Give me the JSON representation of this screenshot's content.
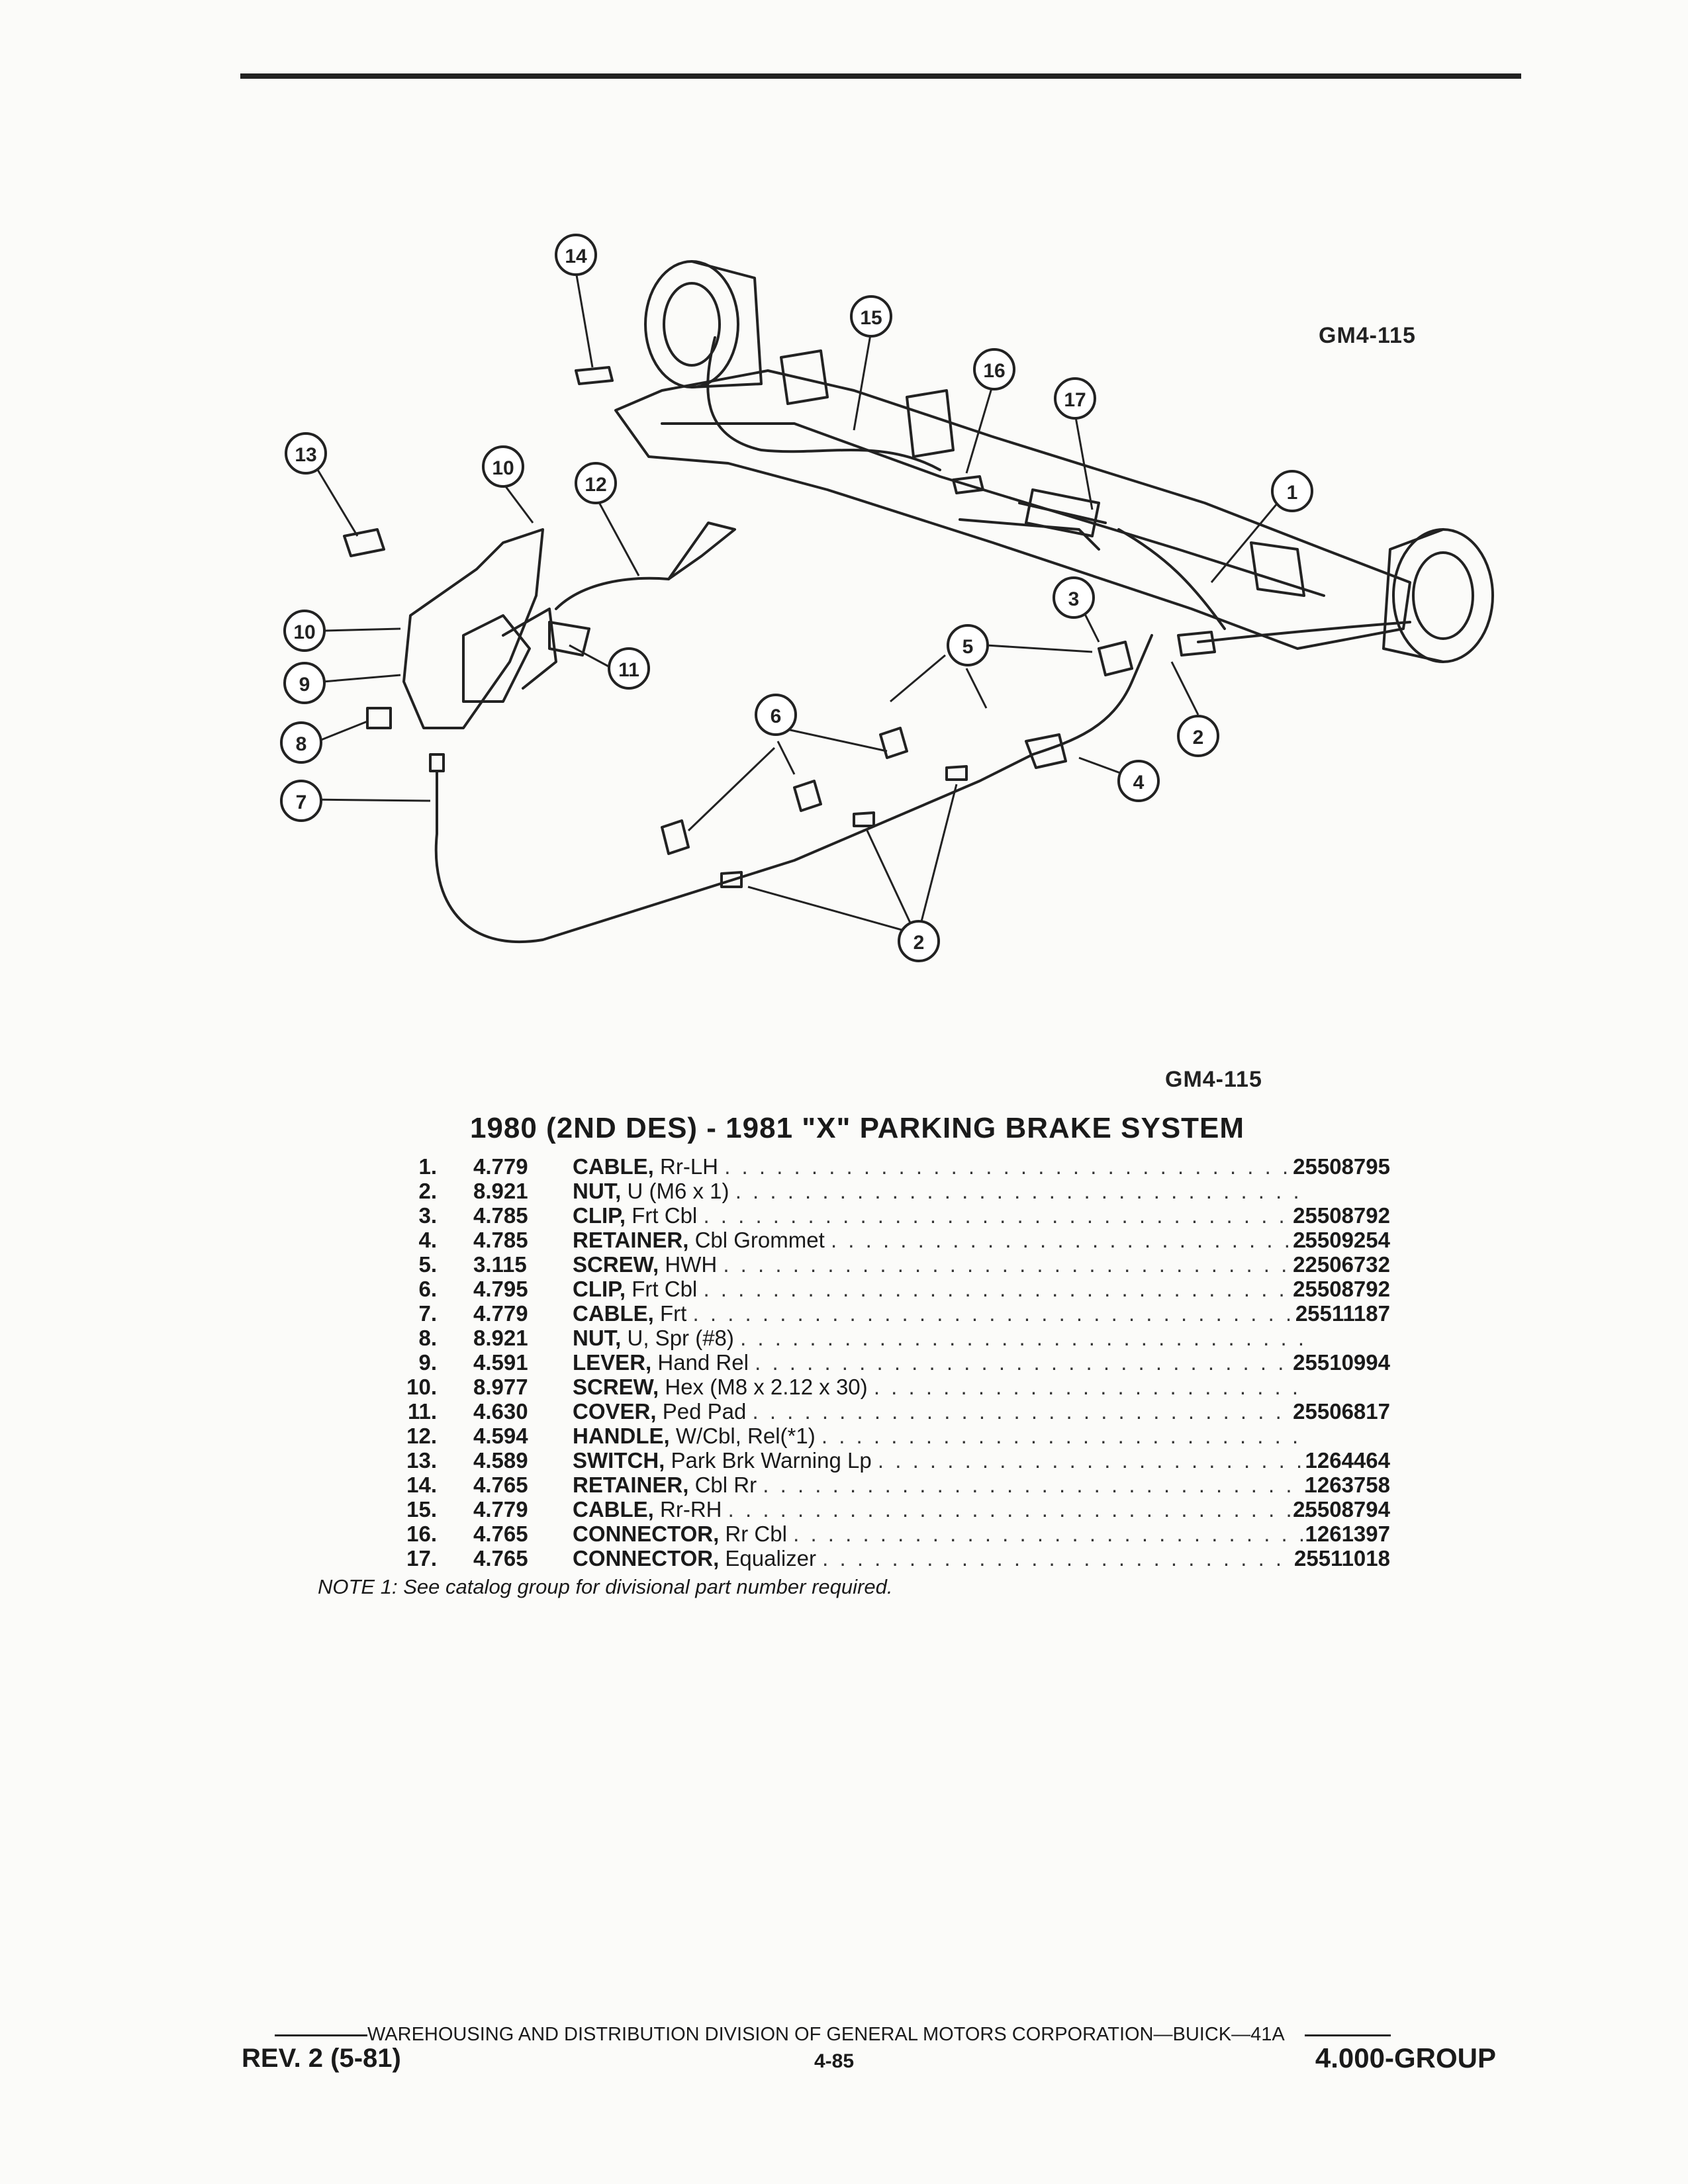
{
  "figure": {
    "code_top": "GM4-115",
    "code_bottom": "GM4-115",
    "callouts": [
      "1",
      "2",
      "2",
      "3",
      "4",
      "5",
      "6",
      "7",
      "8",
      "9",
      "10",
      "10",
      "11",
      "12",
      "13",
      "14",
      "15",
      "16",
      "17"
    ]
  },
  "title": "1980 (2ND DES) - 1981 \"X\" PARKING BRAKE SYSTEM",
  "parts": [
    {
      "n": "1.",
      "code": "4.779",
      "name": "CABLE,",
      "detail": "Rr-LH",
      "pn": "25508795"
    },
    {
      "n": "2.",
      "code": "8.921",
      "name": "NUT,",
      "detail": "U (M6 x 1)",
      "pn": ""
    },
    {
      "n": "3.",
      "code": "4.785",
      "name": "CLIP,",
      "detail": "Frt Cbl",
      "pn": "25508792"
    },
    {
      "n": "4.",
      "code": "4.785",
      "name": "RETAINER,",
      "detail": "Cbl Grommet",
      "pn": "25509254"
    },
    {
      "n": "5.",
      "code": "3.115",
      "name": "SCREW,",
      "detail": "HWH",
      "pn": "22506732"
    },
    {
      "n": "6.",
      "code": "4.795",
      "name": "CLIP,",
      "detail": "Frt Cbl",
      "pn": "25508792"
    },
    {
      "n": "7.",
      "code": "4.779",
      "name": "CABLE,",
      "detail": "Frt",
      "pn": "25511187"
    },
    {
      "n": "8.",
      "code": "8.921",
      "name": "NUT,",
      "detail": "U, Spr (#8)",
      "pn": ""
    },
    {
      "n": "9.",
      "code": "4.591",
      "name": "LEVER,",
      "detail": "Hand Rel",
      "pn": "25510994"
    },
    {
      "n": "10.",
      "code": "8.977",
      "name": "SCREW,",
      "detail": "Hex (M8 x 2.12 x 30)",
      "pn": ""
    },
    {
      "n": "11.",
      "code": "4.630",
      "name": "COVER,",
      "detail": "Ped Pad",
      "pn": "25506817"
    },
    {
      "n": "12.",
      "code": "4.594",
      "name": "HANDLE,",
      "detail": "W/Cbl, Rel(*1)",
      "pn": ""
    },
    {
      "n": "13.",
      "code": "4.589",
      "name": "SWITCH,",
      "detail": "Park Brk Warning Lp",
      "pn": "1264464"
    },
    {
      "n": "14.",
      "code": "4.765",
      "name": "RETAINER,",
      "detail": "Cbl Rr",
      "pn": "1263758"
    },
    {
      "n": "15.",
      "code": "4.779",
      "name": "CABLE,",
      "detail": "Rr-RH",
      "pn": "25508794"
    },
    {
      "n": "16.",
      "code": "4.765",
      "name": "CONNECTOR,",
      "detail": "Rr Cbl",
      "pn": "1261397"
    },
    {
      "n": "17.",
      "code": "4.765",
      "name": "CONNECTOR,",
      "detail": "Equalizer",
      "pn": "25511018"
    }
  ],
  "note": "NOTE 1: See catalog group for divisional part number required.",
  "footer": {
    "division": "WAREHOUSING AND DISTRIBUTION DIVISION OF GENERAL MOTORS CORPORATION—BUICK—41A",
    "revision": "REV. 2 (5-81)",
    "page": "4-85",
    "group": "4.000-GROUP"
  }
}
